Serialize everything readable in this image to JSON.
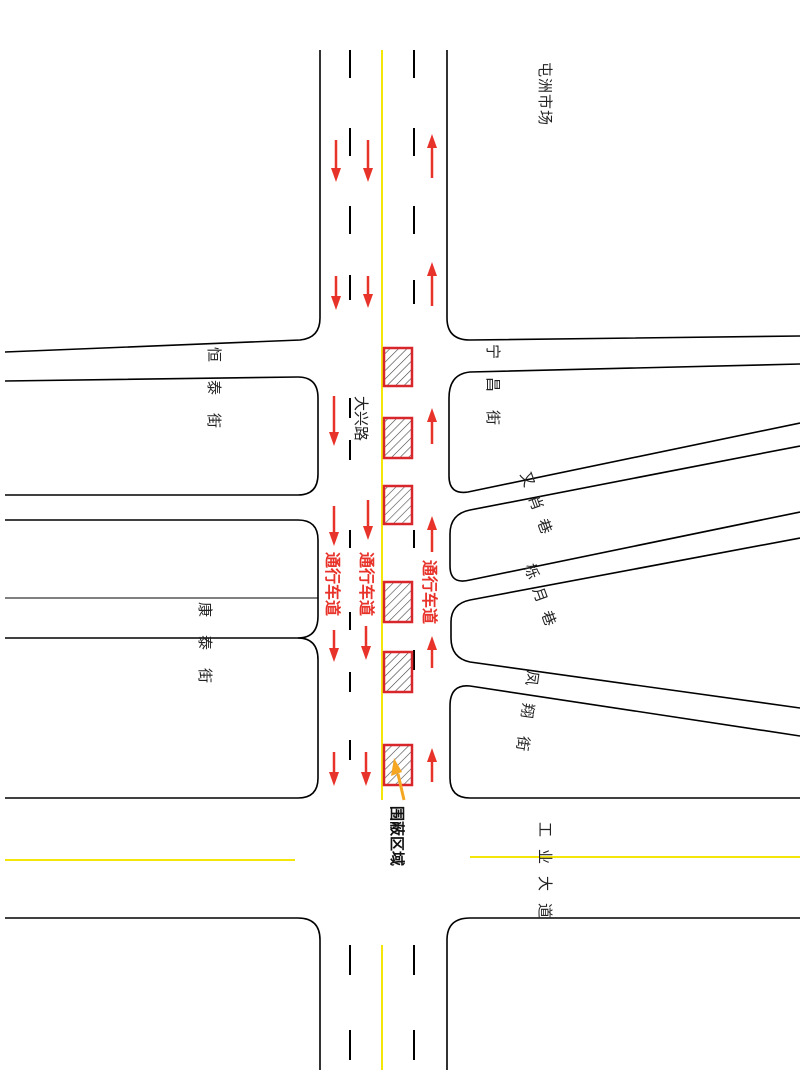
{
  "labels": {
    "tunzhou_market": "屯洲市场",
    "heng_tai_street": "恒泰街",
    "ning_chang_street": "宁昌街",
    "daxing_road": "大兴路",
    "you_xiao_lane": "又肖巷",
    "lian_yue_lane": "栎月巷",
    "kang_tai_street": "康泰街",
    "feng_xiang_street": "凤翔街",
    "industrial_avenue": "工业大道",
    "enclosed_area": "围蔽区域"
  },
  "lanes": {
    "lane_left_outer": "通行车道",
    "lane_left_inner": "通行车道",
    "lane_right": "通行车道"
  },
  "colors": {
    "road_line": "#000000",
    "center_line": "#f5e60a",
    "arrow": "#e8332b",
    "zone_border": "#d8262a",
    "pointer": "#f5a623"
  }
}
